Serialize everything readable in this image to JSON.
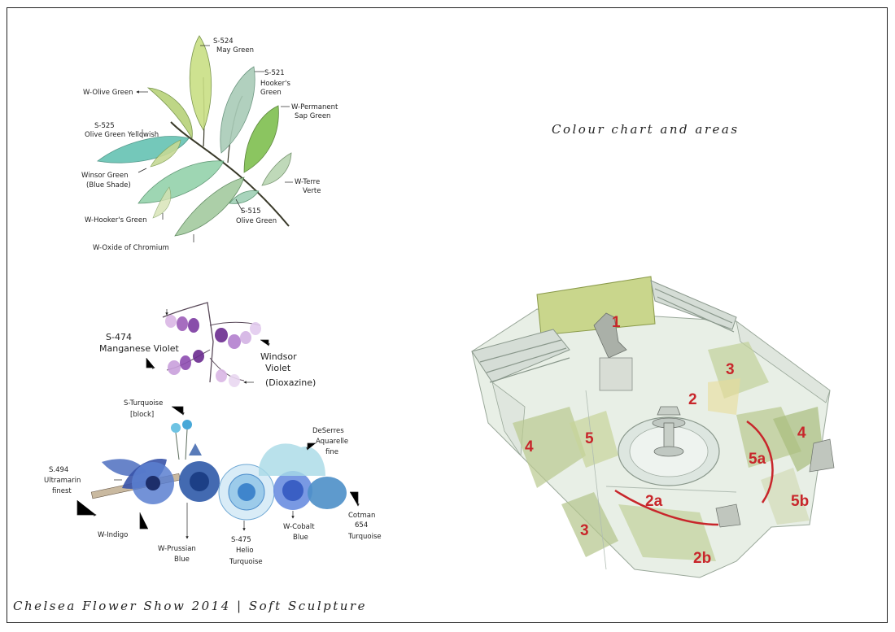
{
  "title": "Colour chart and areas",
  "footer": "Chelsea Flower Show 2014 | Soft Sculpture",
  "leaf_labels": {
    "s524": "S-524",
    "s524_name": "May Green",
    "w_olive": "W-Olive Green",
    "s521": "S-521",
    "s521_name1": "Hooker's",
    "s521_name2": "Green",
    "w_sap1": "W-Permanent",
    "w_sap2": "Sap Green",
    "s525": "S-525",
    "s525_name": "Olive Green Yellowish",
    "winsor1": "Winsor Green",
    "winsor2": "(Blue Shade)",
    "terre1": "W-Terre",
    "terre2": "Verte",
    "s515": "S-515",
    "s515_name": "Olive Green",
    "w_hooker": "W-Hooker's Green",
    "w_oxide": "W-Oxide of Chromium"
  },
  "flower_labels": {
    "s474": "S-474",
    "s474_name": "Manganese Violet",
    "windsor1": "Windsor",
    "windsor2": "Violet",
    "windsor3": "(Dioxazine)",
    "turq1": "S-Turquoise",
    "turq2": "[block]",
    "deserres1": "DeSerres",
    "deserres2": "Aquarelle",
    "deserres3": "fine",
    "s494": "S.494",
    "s494_name1": "Ultramarin",
    "s494_name2": "finest",
    "w_indigo": "W-Indigo",
    "prussian1": "W-Prussian",
    "prussian2": "Blue",
    "s475": "S-475",
    "s475_name1": "Helio",
    "s475_name2": "Turquoise",
    "cobalt1": "W-Cobalt",
    "cobalt2": "Blue",
    "cotman1": "Cotman",
    "cotman2": "654",
    "cotman3": "Turquoise"
  },
  "areas": {
    "a1": "1",
    "a2": "2",
    "a3_top": "3",
    "a4_left": "4",
    "a5": "5",
    "a4_right": "4",
    "a5a": "5a",
    "a2a": "2a",
    "a5b": "5b",
    "a3_bottom": "3",
    "a2b": "2b"
  },
  "colors": {
    "area_label": "#c8262b",
    "frame": "#222222"
  }
}
